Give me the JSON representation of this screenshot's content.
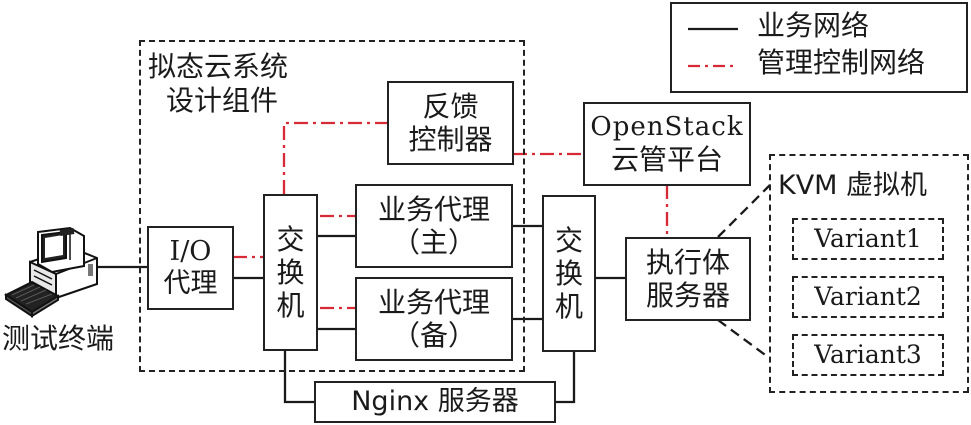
{
  "legend": {
    "items": [
      {
        "label": "业务网络",
        "style": "solid",
        "color": "#1a1a1a"
      },
      {
        "label": "管理控制网络",
        "style": "dash-dot",
        "color": "#d62a36"
      }
    ]
  },
  "group": {
    "title_line1": "拟态云系统",
    "title_line2": "设计组件"
  },
  "nodes": {
    "terminal": {
      "label": "测试终端"
    },
    "io_proxy": {
      "line1": "I/O",
      "line2": "代理"
    },
    "switch1": {
      "line1": "交",
      "line2": "换",
      "line3": "机"
    },
    "feedback": {
      "line1": "反馈",
      "line2": "控制器"
    },
    "biz_main": {
      "line1": "业务代理",
      "line2": "（主）"
    },
    "biz_backup": {
      "line1": "业务代理",
      "line2": "（备）"
    },
    "switch2": {
      "line1": "交",
      "line2": "换",
      "line3": "机"
    },
    "openstack": {
      "line1": "OpenStack",
      "line2": "云管平台"
    },
    "executor": {
      "line1": "执行体",
      "line2": "服务器"
    },
    "nginx": {
      "label": "Nginx 服务器"
    },
    "kvm": {
      "title": "KVM 虚拟机",
      "variants": [
        "Variant1",
        "Variant2",
        "Variant3"
      ]
    }
  },
  "colors": {
    "business_line": "#1a1a1a",
    "control_line": "#d62a36"
  }
}
